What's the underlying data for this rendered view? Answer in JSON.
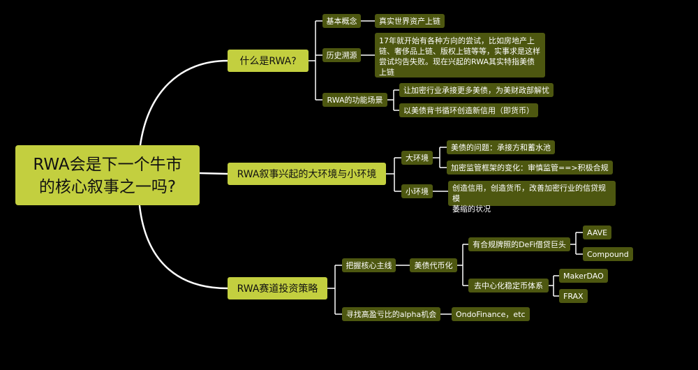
{
  "root": {
    "line1": "RWA会是下一个牛市",
    "line2": "的核心叙事之一吗?"
  },
  "branch1": {
    "title": "什么是RWA?",
    "basic_concept": {
      "label": "基本概念",
      "detail": "真实世界资产上链"
    },
    "history": {
      "label": "历史溯源",
      "detail": "17年就开始有各种方向的尝试，比如房地产上链、奢侈品上链、版权上链等等，实事求是这样尝试均告失败。现在兴起的RWA其实特指美债上链"
    },
    "use_case": {
      "label": "RWA的功能场景",
      "items": [
        "让加密行业承接更多美债，为美财政部解忧",
        "以美债背书循环创造新信用（即货币）"
      ]
    }
  },
  "branch2": {
    "title": "RWA叙事兴起的大环境与小环境",
    "macro": {
      "label": "大环境",
      "items": [
        "美债的问题：承接方和蓄水池",
        "加密监管框架的变化：审慎监管==>积极合规"
      ]
    },
    "micro": {
      "label": "小环境",
      "detail_line1": "创造信用，创造货币，改善加密行业的信贷规模",
      "detail_line2": "萎缩的状况"
    }
  },
  "branch3": {
    "title": "RWA赛道投资策略",
    "core": {
      "label": "把握核心主线",
      "sub": "美债代币化",
      "defi": {
        "label": "有合规牌照的DeFi借贷巨头",
        "items": [
          "AAVE",
          "Compound"
        ]
      },
      "stable": {
        "label": "去中心化稳定币体系",
        "items": [
          "MakerDAO",
          "FRAX"
        ]
      }
    },
    "alpha": {
      "label": "寻找高盈亏比的alpha机会",
      "detail": "OndoFinance，etc"
    }
  },
  "colors": {
    "background": "#000000",
    "primary_node": "#c3cf3f",
    "secondary_node": "#4d5710",
    "edge": "#ffffff"
  }
}
